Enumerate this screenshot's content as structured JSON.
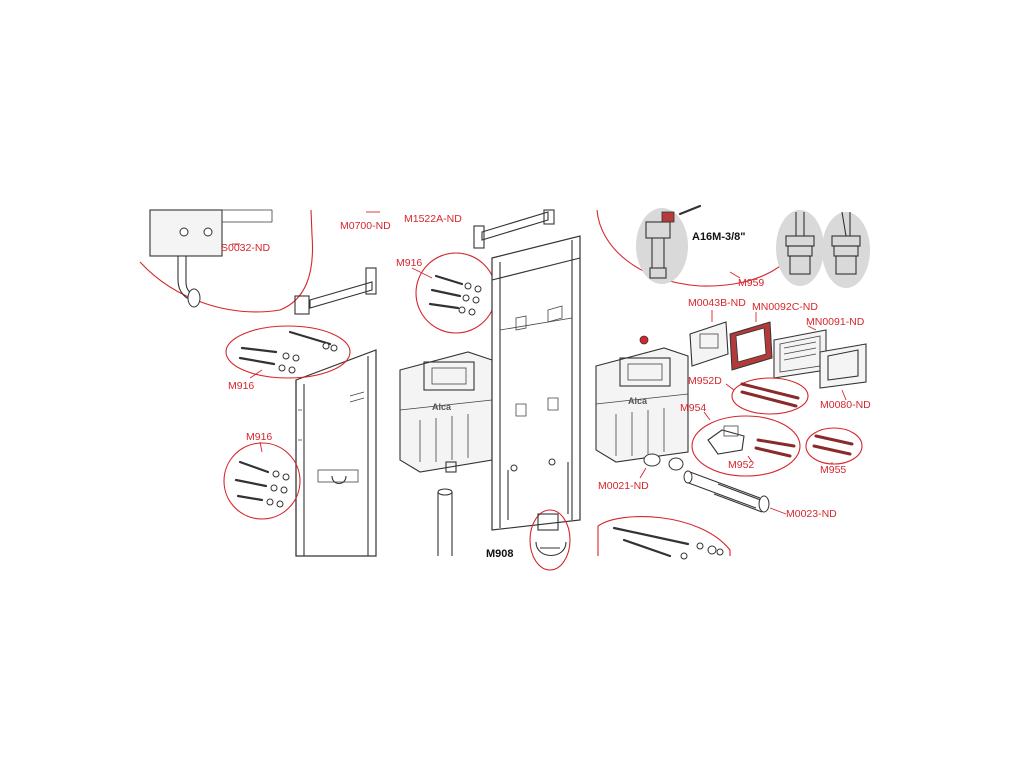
{
  "labels": {
    "s0032": "S0032-ND",
    "m0700": "M0700-ND",
    "m1522a": "M1522A-ND",
    "a16m": "A16M-3/8\"",
    "m959": "M959",
    "m916_top": "M916",
    "m916_mid": "M916",
    "m916_low": "M916",
    "m0043b": "M0043B-ND",
    "mn0092c": "MN0092C-ND",
    "mn0091": "MN0091-ND",
    "m952d": "M952D",
    "m954": "M954",
    "m0080": "M0080-ND",
    "m952": "M952",
    "m955": "M955",
    "m0021": "M0021-ND",
    "m0023": "M0023-ND",
    "m908": "M908"
  },
  "brand": {
    "tank_left": "Alca",
    "tank_right": "Alca"
  },
  "colors": {
    "label_red": "#d6262c",
    "line": "#333333",
    "accent_part": "#8a2b2b"
  }
}
